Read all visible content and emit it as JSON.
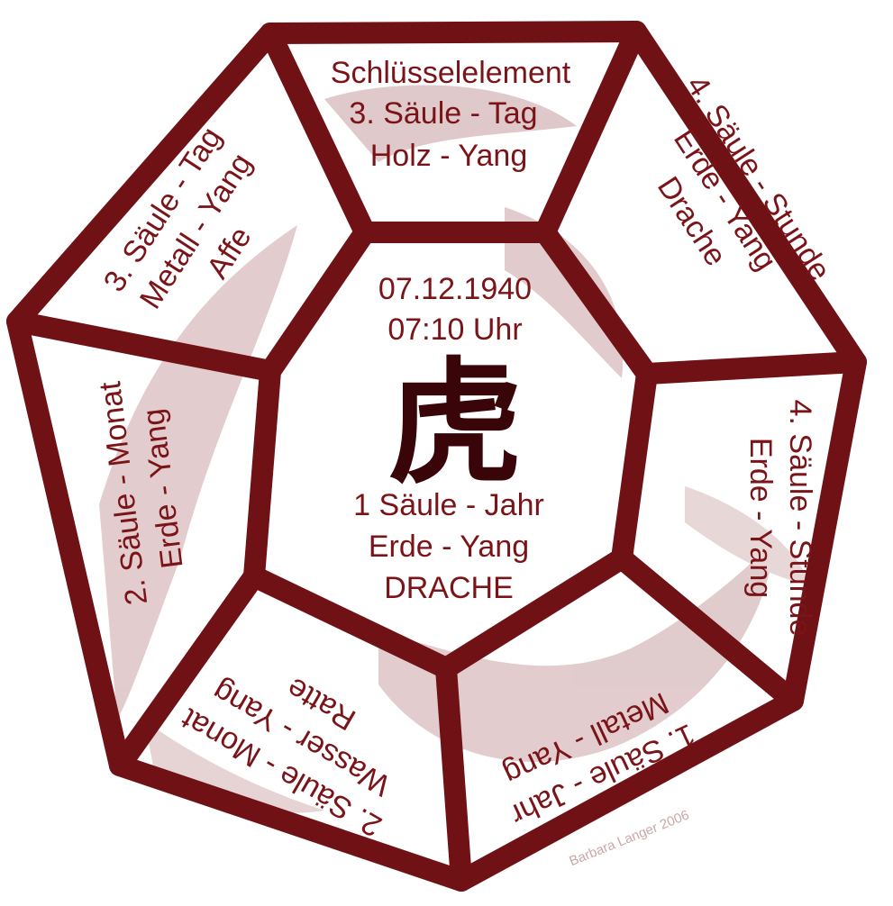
{
  "colors": {
    "frame": "#6f1115",
    "text": "#7a1418",
    "shadow_glyph": "#b98a8c",
    "panel": "#ffffff"
  },
  "center": {
    "date": "07.12.1940",
    "time": "07:10 Uhr",
    "glyph": "虎",
    "line1": "1 Säule - Jahr",
    "line2": "Erde - Yang",
    "line3": "DRACHE"
  },
  "segments": [
    {
      "id": "top",
      "lines": [
        "Schlüsselelement",
        "3. Säule - Tag",
        "Holz - Yang"
      ]
    },
    {
      "id": "upper-right",
      "lines": [
        "4. Säule - Stunde",
        "Erde - Yang",
        "Drache"
      ]
    },
    {
      "id": "right",
      "lines": [
        "4. Säule - Stunde",
        "Erde - Yang"
      ]
    },
    {
      "id": "lower-right",
      "lines": [
        "1. Säule - Jahr",
        "Metall - Yang"
      ]
    },
    {
      "id": "lower-left",
      "lines": [
        "2. Säule - Monat",
        "Wasser - Yang",
        "Ratte"
      ]
    },
    {
      "id": "left",
      "lines": [
        "2. Säule - Monat",
        "Erde - Yang"
      ]
    },
    {
      "id": "upper-left",
      "lines": [
        "3. Säule - Tag",
        "Metall - Yang",
        "Affe"
      ]
    }
  ],
  "watermark": "Barbara Langer 2006"
}
